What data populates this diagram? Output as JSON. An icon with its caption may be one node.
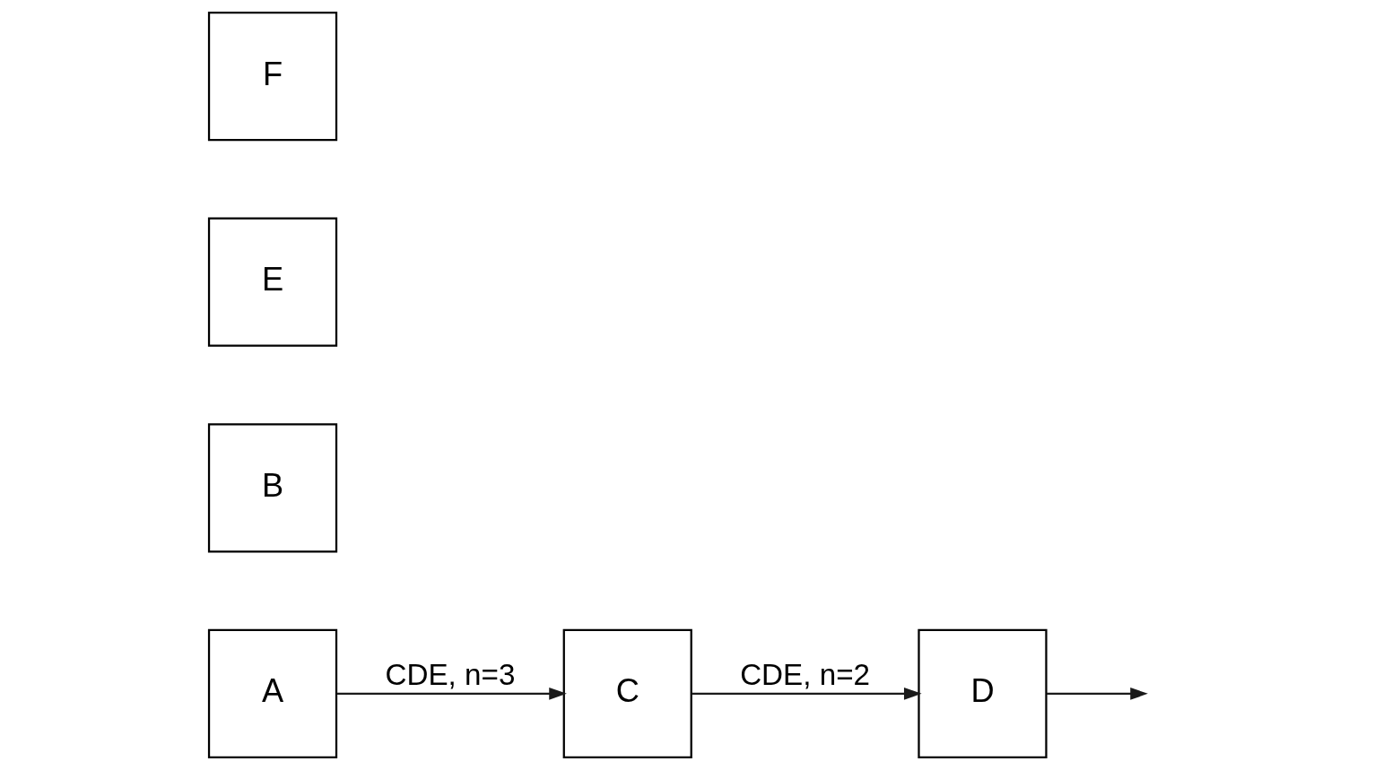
{
  "diagram": {
    "nodes": [
      {
        "text": [
          "A"
        ]
      },
      {
        "text": [
          "B"
        ]
      },
      {
        "text": [
          "C"
        ]
      },
      {
        "text": [
          "D"
        ]
      },
      {
        "text": [
          "E"
        ]
      },
      {
        "text": [
          "F"
        ]
      }
    ],
    "edges": [
      {
        "from": 0,
        "to": 2,
        "arrow": "to",
        "label": "CDE, n=3"
      },
      {
        "from": 2,
        "to": 3,
        "arrow": "to",
        "label": "CDE, n=2"
      },
      {
        "from": 3,
        "to": null,
        "arrow": "to"
      }
    ]
  }
}
